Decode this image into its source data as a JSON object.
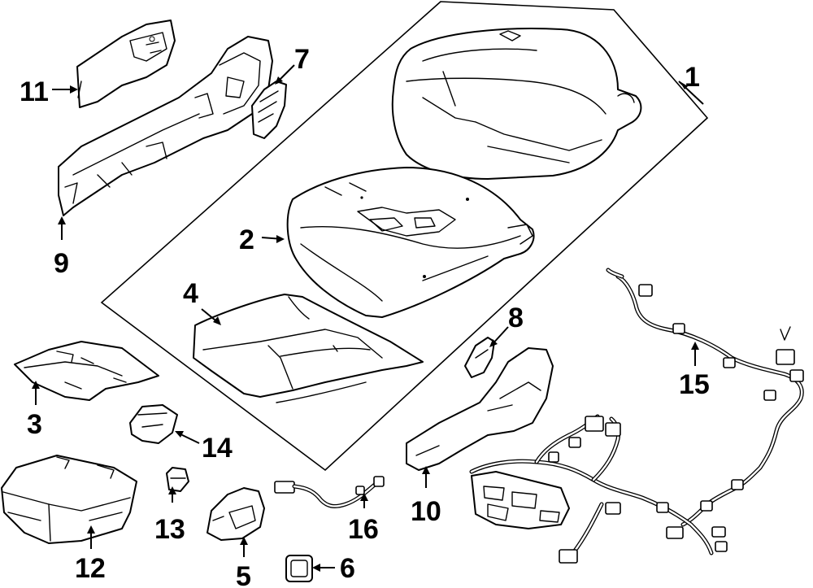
{
  "diagram": {
    "type": "exploded-parts-diagram",
    "callouts": [
      {
        "id": "1",
        "label": "1"
      },
      {
        "id": "2",
        "label": "2"
      },
      {
        "id": "3",
        "label": "3"
      },
      {
        "id": "4",
        "label": "4"
      },
      {
        "id": "5",
        "label": "5"
      },
      {
        "id": "6",
        "label": "6"
      },
      {
        "id": "7",
        "label": "7"
      },
      {
        "id": "8",
        "label": "8"
      },
      {
        "id": "9",
        "label": "9"
      },
      {
        "id": "10",
        "label": "10"
      },
      {
        "id": "11",
        "label": "11"
      },
      {
        "id": "12",
        "label": "12"
      },
      {
        "id": "13",
        "label": "13"
      },
      {
        "id": "14",
        "label": "14"
      },
      {
        "id": "15",
        "label": "15"
      },
      {
        "id": "16",
        "label": "16"
      }
    ]
  }
}
